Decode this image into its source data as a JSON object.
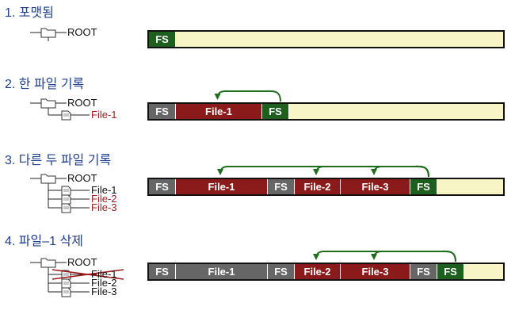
{
  "colors": {
    "title": "#1f3f8f",
    "fs_green": "#1e5e1e",
    "fs_gray": "#666666",
    "file_red": "#8b1a1a",
    "deleted_gray": "#666666",
    "free_yellow": "#f7f5c5",
    "arrow_green": "#1e6e1e",
    "new_file_text": "#9b1c1c"
  },
  "diagrams": [
    {
      "title": "1. 포맷됨",
      "root_label": "ROOT",
      "files": [],
      "segments": [
        {
          "label": "FS",
          "kind": "fs_green",
          "units": 1
        }
      ],
      "arrows": []
    },
    {
      "title": "2. 한 파일 기록",
      "root_label": "ROOT",
      "files": [
        {
          "label": "File-1",
          "status": "new"
        }
      ],
      "segments": [
        {
          "label": "FS",
          "kind": "fs_gray",
          "units": 1
        },
        {
          "label": "File-1",
          "kind": "file",
          "units": 3.2
        },
        {
          "label": "FS",
          "kind": "fs_green",
          "units": 1
        }
      ],
      "arrows": [
        [
          2,
          1
        ]
      ]
    },
    {
      "title": "3. 다른 두 파일 기록",
      "root_label": "ROOT",
      "files": [
        {
          "label": "File-1",
          "status": "old"
        },
        {
          "label": "File-2",
          "status": "new"
        },
        {
          "label": "File-3",
          "status": "new"
        }
      ],
      "segments": [
        {
          "label": "FS",
          "kind": "fs_gray",
          "units": 1
        },
        {
          "label": "File-1",
          "kind": "file",
          "units": 3.4
        },
        {
          "label": "FS",
          "kind": "fs_gray",
          "units": 1
        },
        {
          "label": "File-2",
          "kind": "file",
          "units": 1.7
        },
        {
          "label": "File-3",
          "kind": "file",
          "units": 2.6
        },
        {
          "label": "FS",
          "kind": "fs_green",
          "units": 1
        }
      ],
      "arrows": [
        [
          5,
          1
        ],
        [
          5,
          3
        ],
        [
          5,
          4
        ]
      ]
    },
    {
      "title": "4. 파일–1 삭제",
      "root_label": "ROOT",
      "files": [
        {
          "label": "File-1",
          "status": "deleted"
        },
        {
          "label": "File-2",
          "status": "old"
        },
        {
          "label": "File-3",
          "status": "old"
        }
      ],
      "segments": [
        {
          "label": "FS",
          "kind": "fs_gray",
          "units": 1
        },
        {
          "label": "File-1",
          "kind": "deleted",
          "units": 3.4
        },
        {
          "label": "FS",
          "kind": "fs_gray",
          "units": 1
        },
        {
          "label": "File-2",
          "kind": "file",
          "units": 1.7
        },
        {
          "label": "File-3",
          "kind": "file",
          "units": 2.6
        },
        {
          "label": "FS",
          "kind": "fs_gray",
          "units": 1
        },
        {
          "label": "FS",
          "kind": "fs_green",
          "units": 1
        }
      ],
      "arrows": [
        [
          6,
          3
        ],
        [
          6,
          4
        ]
      ]
    }
  ]
}
